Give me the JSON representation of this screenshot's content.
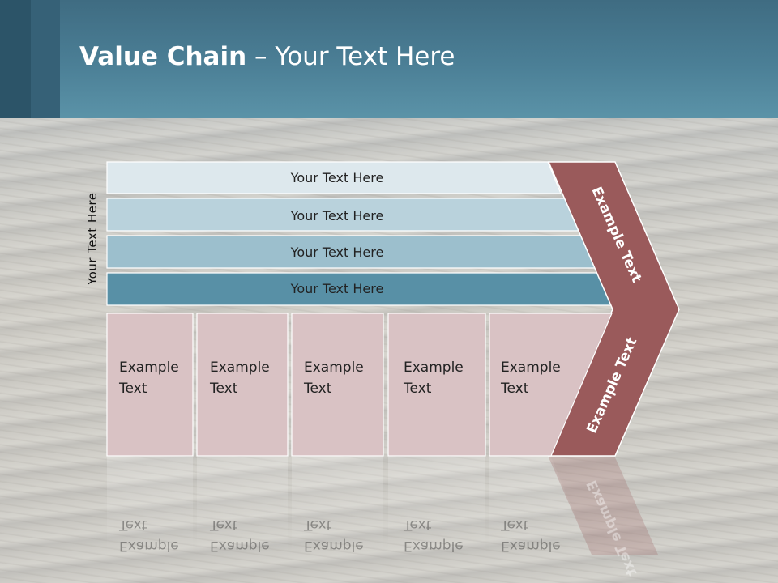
{
  "title": {
    "bold": "Value Chain",
    "rest": " – Your Text Here"
  },
  "side_label": "Your Text Here",
  "bars": [
    "Your Text Here",
    "Your Text Here",
    "Your Text Here",
    "Your Text Here"
  ],
  "boxes": [
    {
      "line1": "Example",
      "line2": "Text"
    },
    {
      "line1": "Example",
      "line2": "Text"
    },
    {
      "line1": "Example",
      "line2": "Text"
    },
    {
      "line1": "Example",
      "line2": "Text"
    },
    {
      "line1": "Example",
      "line2": "Text"
    }
  ],
  "chevron": {
    "upper": "Example Text",
    "lower": "Example Text"
  },
  "colors": {
    "bar1": "#dde8ed",
    "bar2": "#b9d2dc",
    "bar3": "#9cbfcd",
    "bar4": "#5890a6",
    "box": "#d9c2c4",
    "chevron": "#9a5a5b",
    "header": "#4b7f96"
  }
}
